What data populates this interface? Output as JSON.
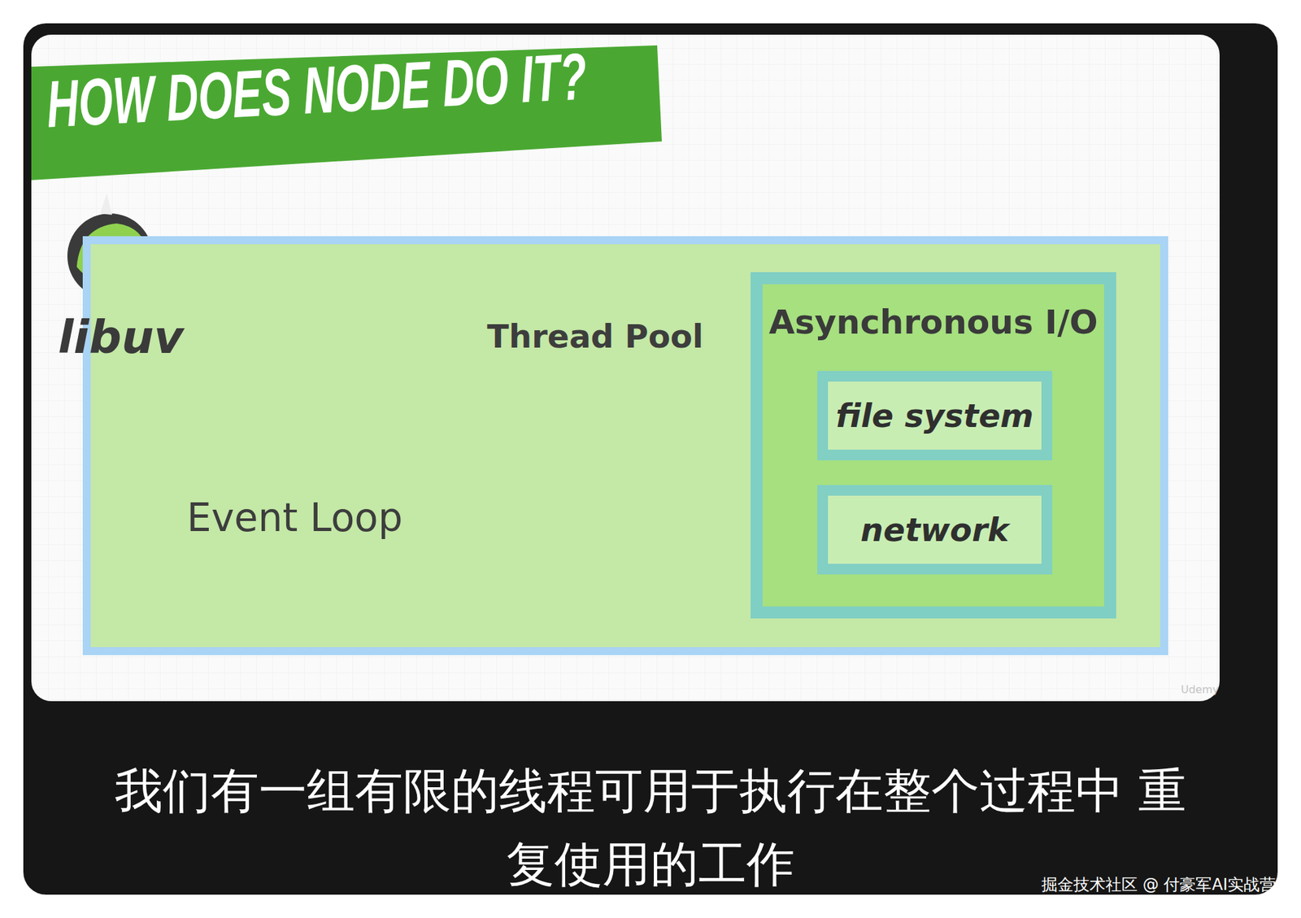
{
  "diagram": {
    "title": "HOW DOES NODE DO IT?",
    "caption": "我们有一组有限的线程可用于执行在整个过程中 重复使用的工作",
    "nodes": [
      {
        "text": [
          "libuv"
        ]
      },
      {
        "text": [
          "Asynchronous I/O"
        ],
        "in": 0
      },
      {
        "text": [
          "file system"
        ],
        "in": 1
      },
      {
        "text": [
          "network"
        ],
        "in": 1
      }
    ],
    "labels": [
      "Event Loop",
      "Thread Pool",
      "Udemy",
      "掘金技术社区 @ 付豪军AI实战营"
    ]
  }
}
